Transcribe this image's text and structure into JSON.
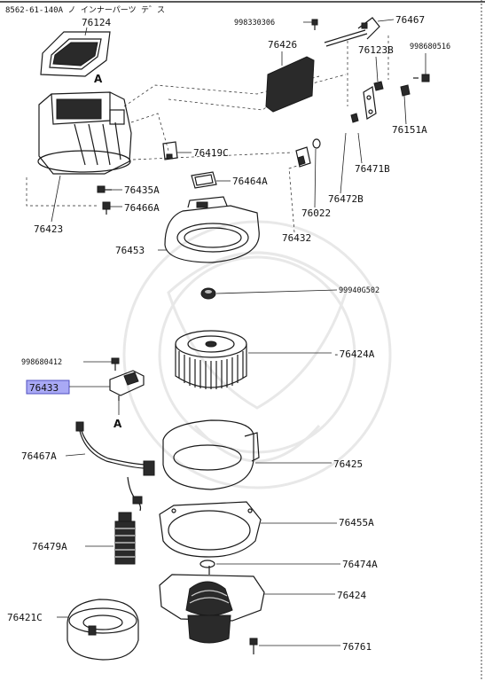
{
  "header": {
    "text": "8562-61-140A ノ インナーパーツ テ゛ス"
  },
  "markers": {
    "a_top": "A",
    "a_bottom": "A"
  },
  "parts": {
    "p76124": "76124",
    "p998330306": "998330306",
    "p76467": "76467",
    "p76426": "76426",
    "p76123B": "76123B",
    "p998680516": "998680516",
    "p76151A": "76151A",
    "p76419C": "76419C",
    "p76471B": "76471B",
    "p76435A": "76435A",
    "p76464A": "76464A",
    "p76466A": "76466A",
    "p76472B": "76472B",
    "p76022": "76022",
    "p76423": "76423",
    "p76432": "76432",
    "p76453": "76453",
    "p99940G502": "99940G502",
    "p998680412": "998680412",
    "p76424A": "-76424A",
    "p76433": "76433",
    "p76467A": "76467A",
    "p76425": "76425",
    "p76455A": "76455A",
    "p76479A": "76479A",
    "p76474A": "76474A",
    "p76424": "76424",
    "p76421C": "76421C",
    "p76761": "76761"
  },
  "colors": {
    "highlight": "#a9a9f5",
    "ink": "#1a1a1a"
  }
}
